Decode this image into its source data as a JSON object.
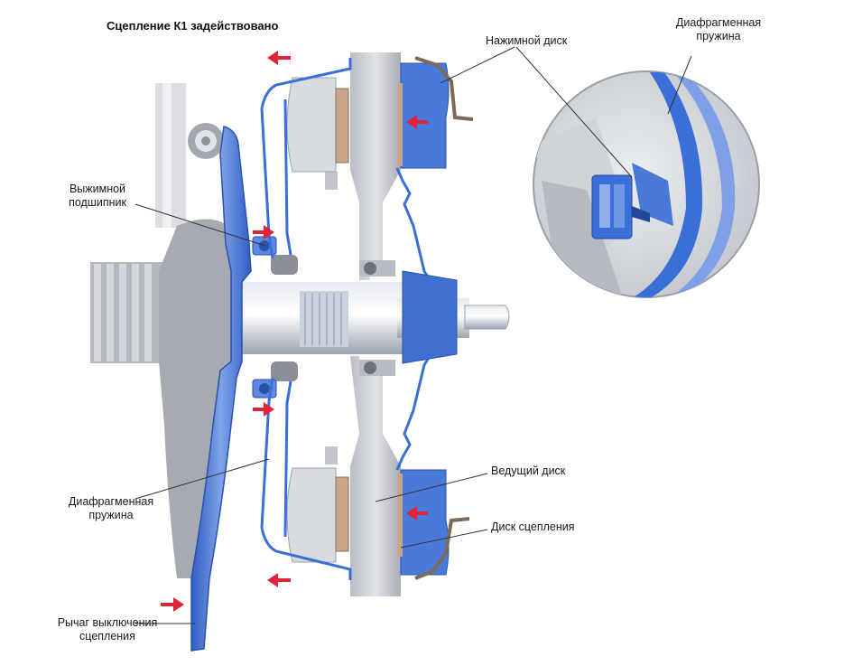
{
  "title": "Сцепление К1 задействовано",
  "labels": {
    "pressure_plate": "Нажимной диск",
    "diaphragm_spring_zoom_line1": "Диафрагменная",
    "diaphragm_spring_zoom_line2": "пружина",
    "release_bearing_line1": "Выжимной",
    "release_bearing_line2": "подшипник",
    "diaphragm_spring_line1": "Диафрагменная",
    "diaphragm_spring_line2": "пружина",
    "drive_disc": "Ведущий диск",
    "clutch_disc": "Диск сцепления",
    "release_lever_line1": "Рычаг выключения",
    "release_lever_line2": "сцепления"
  },
  "colors": {
    "blue_part": "#3b6fd8",
    "blue_light": "#8fb0ec",
    "grey_part": "#c9ccd2",
    "grey_dark": "#9ea3ab",
    "arrow": "#e0243a",
    "leader": "#333333",
    "brown": "#7a6a58",
    "friction": "#c9a58a"
  },
  "icons": {
    "force_arrow": "red-arrow-icon"
  }
}
